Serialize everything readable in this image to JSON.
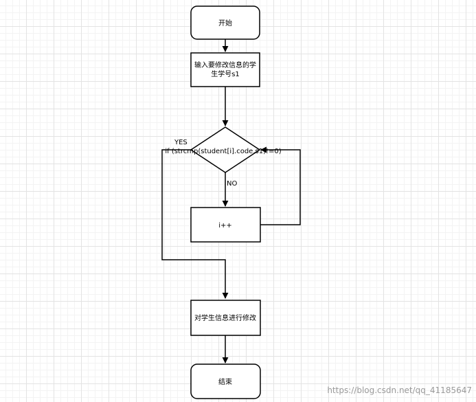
{
  "flowchart": {
    "start_label": "开始",
    "input_label_line1": "输入要修改信息的学",
    "input_label_line2": "生学号s1",
    "condition_label": "if  (strcmp(student[i].code,s1)!=0)",
    "yes_label": "YES",
    "no_label": "NO",
    "increment_label": "i++",
    "modify_label": "对学生信息进行修改",
    "end_label": "结束"
  },
  "watermark": "https://blog.csdn.net/qq_41185647"
}
